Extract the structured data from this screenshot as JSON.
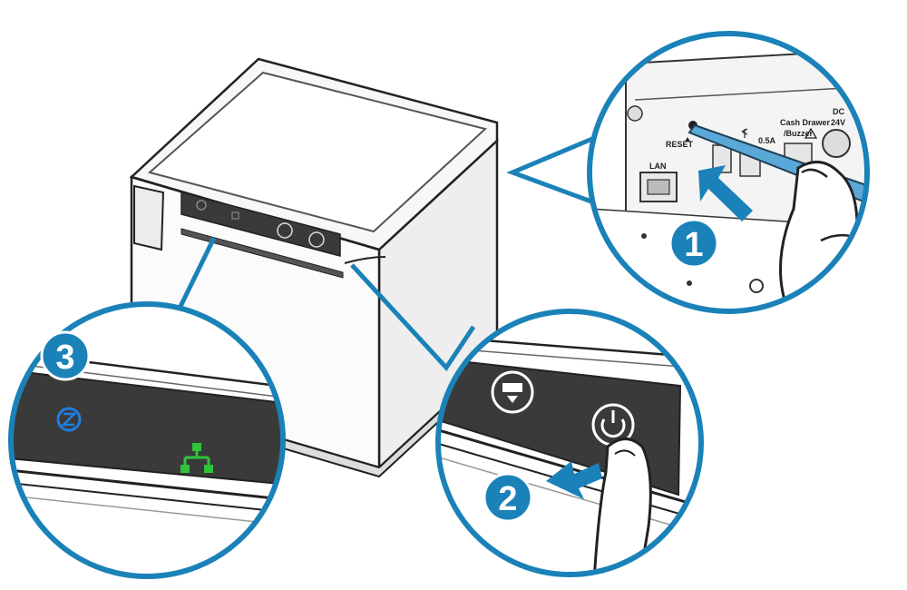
{
  "colors": {
    "callout": "#1a82b8",
    "panel_dark": "#3a3a3a",
    "led_blue": "#1f7fe0",
    "led_green": "#2fc43a",
    "printer_body": "#fbfbfb",
    "outline": "#222222"
  },
  "steps": {
    "one": "1",
    "two": "2",
    "three": "3"
  },
  "back_panel": {
    "reset_label": "RESET",
    "lan_label": "LAN",
    "current_label": "0.5A",
    "drawer_line1": "Cash Drawer",
    "drawer_line2": "/Buzzer",
    "dc_line1": "DC",
    "dc_line2": "24V"
  },
  "icons": {
    "power": "power-icon",
    "feed": "paper-feed-icon",
    "network": "network-icon",
    "status": "status-icon",
    "usb": "usb-icon",
    "warning": "warning-icon"
  }
}
